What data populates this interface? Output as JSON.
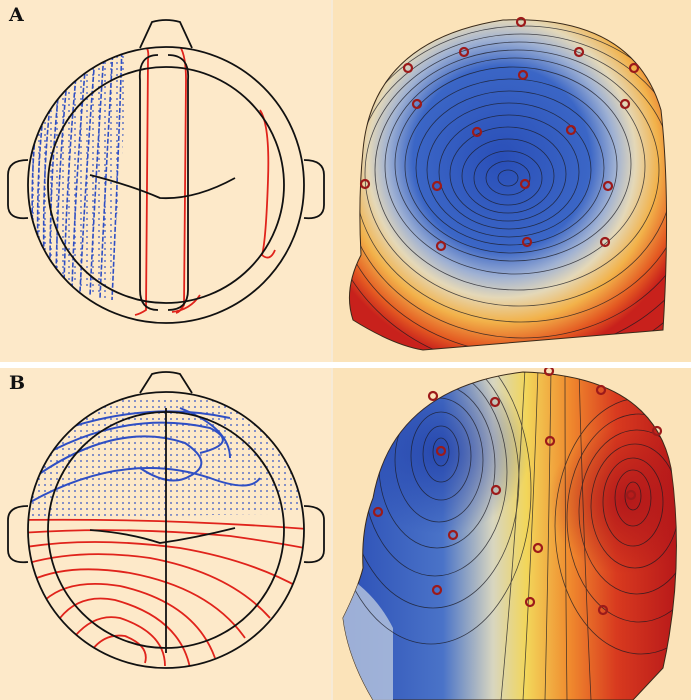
{
  "panels": [
    {
      "id": "A",
      "label": "A"
    },
    {
      "id": "B",
      "label": "B"
    }
  ],
  "colors": {
    "background": "#fde9c9",
    "negative": "#2f4fc4",
    "positive": "#e0231b",
    "outline": "#111111",
    "electrode": "#9c1a1a"
  }
}
